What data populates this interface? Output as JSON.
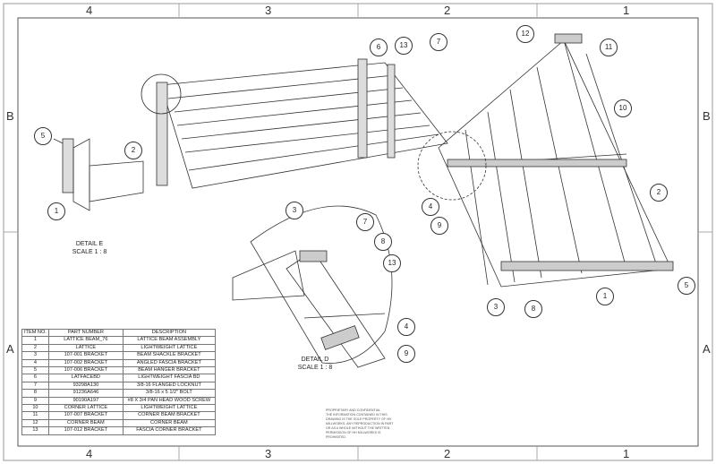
{
  "zones": {
    "columns": [
      "4",
      "3",
      "2",
      "1"
    ],
    "rows": [
      "B",
      "A"
    ]
  },
  "balloons": {
    "main": [
      "12",
      "11",
      "6",
      "13",
      "7",
      "10",
      "2",
      "4",
      "9",
      "5",
      "3",
      "8",
      "1"
    ],
    "detail_e": [
      "5",
      "2",
      "1"
    ],
    "detail_d": [
      "3",
      "7",
      "8",
      "13",
      "4",
      "9"
    ]
  },
  "detail_e": {
    "title": "DETAIL E",
    "scale": "SCALE 1 : 8"
  },
  "detail_d": {
    "title": "DETAIL D",
    "scale": "SCALE 1 : 8"
  },
  "bom": {
    "headers": [
      "ITEM NO.",
      "PART NUMBER",
      "DESCRIPTION"
    ],
    "rows": [
      [
        "1",
        "LATTICE BEAM_76",
        "LATTICE BEAM ASSEMBLY"
      ],
      [
        "2",
        "LATTICE",
        "LIGHTWEIGHT LATTICE"
      ],
      [
        "3",
        "107-001 BRACKET",
        "BEAM SHACKLE BRACKET"
      ],
      [
        "4",
        "107-002 BRACKET",
        "ANGLED FASCIA BRACKET"
      ],
      [
        "5",
        "107-006 BRACKET",
        "BEAM HANGER BRACKET"
      ],
      [
        "6",
        "LATFACEBD",
        "LIGHTWEIGHT FASCIA BD"
      ],
      [
        "7",
        "93298A130",
        "3/8-16 FLANGED LOCKNUT"
      ],
      [
        "8",
        "91236A646",
        "3/8-16 x 5 1/2\" BOLT"
      ],
      [
        "9",
        "90190A197",
        "#8 X 3/4 PAN HEAD WOOD SCREW"
      ],
      [
        "10",
        "CORNER LATTICE",
        "LIGHTWEIGHT LATTICE"
      ],
      [
        "11",
        "107-007 BRACKET",
        "CORNER BEAM BRACKET"
      ],
      [
        "12",
        "CORNER BEAM",
        "CORNER BEAM"
      ],
      [
        "13",
        "107-012 BRACKET",
        "FASCIA CORNER BRACKET"
      ]
    ]
  },
  "notice": {
    "title": "PROPRIETARY AND CONFIDENTIAL",
    "body": "THE INFORMATION CONTAINED IN THIS DRAWING IS THE SOLE PROPERTY OF HH MILLWORKS. ANY REPRODUCTION IN PART OR AS A WHOLE WITHOUT THE WRITTEN PERMISSION OF HH MILLWORKS IS PROHIBITED."
  }
}
